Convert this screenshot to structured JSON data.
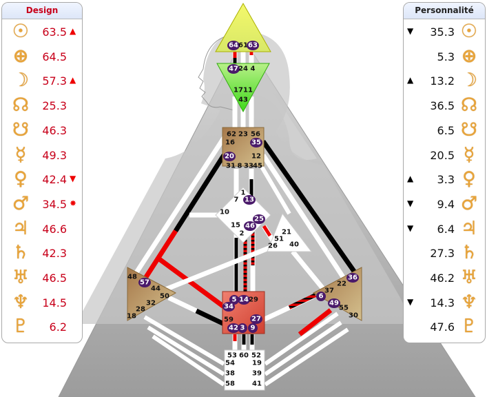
{
  "design": {
    "title": "Design",
    "rows": [
      {
        "planet": "sun",
        "glyph": "☉",
        "value": "63.5",
        "mark": "▲"
      },
      {
        "planet": "earth",
        "glyph": "⊕",
        "value": "64.5",
        "mark": ""
      },
      {
        "planet": "moon",
        "glyph": "☽",
        "value": "57.3",
        "mark": "▲"
      },
      {
        "planet": "north-node",
        "glyph": "☊",
        "value": "25.3",
        "mark": ""
      },
      {
        "planet": "south-node",
        "glyph": "☋",
        "value": "46.3",
        "mark": ""
      },
      {
        "planet": "mercury",
        "glyph": "☿",
        "value": "49.3",
        "mark": ""
      },
      {
        "planet": "venus",
        "glyph": "♀",
        "value": "42.4",
        "mark": "▼"
      },
      {
        "planet": "mars",
        "glyph": "♂",
        "value": "34.5",
        "mark": "✸"
      },
      {
        "planet": "jupiter",
        "glyph": "♃",
        "value": "46.6",
        "mark": ""
      },
      {
        "planet": "saturn",
        "glyph": "♄",
        "value": "42.3",
        "mark": ""
      },
      {
        "planet": "uranus",
        "glyph": "♅",
        "value": "46.5",
        "mark": ""
      },
      {
        "planet": "neptune",
        "glyph": "♆",
        "value": "14.5",
        "mark": ""
      },
      {
        "planet": "pluto",
        "glyph": "♇",
        "value": "6.2",
        "mark": ""
      }
    ]
  },
  "personality": {
    "title": "Personnalité",
    "rows": [
      {
        "planet": "sun",
        "glyph": "☉",
        "value": "35.3",
        "mark": "▼"
      },
      {
        "planet": "earth",
        "glyph": "⊕",
        "value": "5.3",
        "mark": ""
      },
      {
        "planet": "moon",
        "glyph": "☽",
        "value": "13.2",
        "mark": "▲"
      },
      {
        "planet": "north-node",
        "glyph": "☊",
        "value": "36.5",
        "mark": ""
      },
      {
        "planet": "south-node",
        "glyph": "☋",
        "value": "6.5",
        "mark": ""
      },
      {
        "planet": "mercury",
        "glyph": "☿",
        "value": "20.5",
        "mark": ""
      },
      {
        "planet": "venus",
        "glyph": "♀",
        "value": "3.3",
        "mark": "▲"
      },
      {
        "planet": "mars",
        "glyph": "♂",
        "value": "9.4",
        "mark": "▼"
      },
      {
        "planet": "jupiter",
        "glyph": "♃",
        "value": "6.4",
        "mark": "▼"
      },
      {
        "planet": "saturn",
        "glyph": "♄",
        "value": "27.3",
        "mark": ""
      },
      {
        "planet": "uranus",
        "glyph": "♅",
        "value": "46.2",
        "mark": ""
      },
      {
        "planet": "neptune",
        "glyph": "♆",
        "value": "14.3",
        "mark": "▼"
      },
      {
        "planet": "pluto",
        "glyph": "♇",
        "value": "47.6",
        "mark": ""
      }
    ]
  },
  "colors": {
    "design_red": "#e00000",
    "personality_black": "#000000",
    "head_center": "#e8f060",
    "ajna_center": "#66dd33",
    "motor_tan": "#b8946a",
    "sacral_red": "#e0584a",
    "active_gate": "#4a1a6a",
    "glyph_gold": "#e8a43a"
  },
  "bodygraph": {
    "centers": {
      "head": {
        "gates": [
          "64",
          "61",
          "63"
        ],
        "active": [
          "64",
          "63"
        ]
      },
      "ajna": {
        "gates": [
          "47",
          "24",
          "4",
          "17",
          "11",
          "43"
        ],
        "active": [
          "47"
        ]
      },
      "throat": {
        "gates": [
          "62",
          "23",
          "56",
          "16",
          "35",
          "20",
          "12",
          "31",
          "8",
          "33",
          "45"
        ],
        "active": [
          "35",
          "20"
        ]
      },
      "g": {
        "gates": [
          "1",
          "7",
          "13",
          "10",
          "25",
          "15",
          "46",
          "2"
        ],
        "active": [
          "13",
          "25",
          "46"
        ]
      },
      "ego": {
        "gates": [
          "21",
          "51",
          "26",
          "40"
        ],
        "active": []
      },
      "spleen": {
        "gates": [
          "48",
          "57",
          "44",
          "50",
          "32",
          "28",
          "18"
        ],
        "active": [
          "57"
        ]
      },
      "sacral": {
        "gates": [
          "5",
          "14",
          "29",
          "34",
          "27",
          "59",
          "42",
          "3",
          "9"
        ],
        "active": [
          "5",
          "14",
          "34",
          "27",
          "42",
          "3",
          "9"
        ]
      },
      "solar_plexus": {
        "gates": [
          "36",
          "22",
          "37",
          "6",
          "49",
          "55",
          "30"
        ],
        "active": [
          "36",
          "6",
          "49"
        ]
      },
      "root": {
        "gates": [
          "53",
          "60",
          "52",
          "54",
          "19",
          "38",
          "39",
          "58",
          "41"
        ],
        "active": []
      }
    }
  }
}
